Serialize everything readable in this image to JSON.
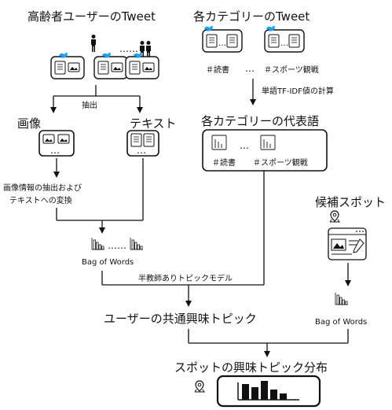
{
  "titles": {
    "elderly_tweets": "高齢者ユーザーのTweet",
    "category_tweets": "各カテゴリーのTweet",
    "image": "画像",
    "text": "テキスト",
    "category_representative": "各カテゴリーの代表語",
    "candidate_spots": "候補スポット",
    "common_interest": "ユーザーの共通興味トピック",
    "spot_topic_distribution": "スポットの興味トピック分布"
  },
  "labels": {
    "extract": "抽出",
    "image_extract_line1": "画像情報の抽出および",
    "image_extract_line2": "テキストへの変換",
    "bag_of_words_left": "Bag of Words",
    "bag_of_words_right": "Bag of Words",
    "semi_supervised": "半教師ありトピックモデル",
    "tfidf": "単語TF-IDF値の計算",
    "tag_reading": "＃読書",
    "tag_sports": "＃スポーツ観戦",
    "tag_reading_box": "＃読書",
    "tag_sports_box": "＃スポーツ観戦",
    "dots": "…",
    "dots_long": "……",
    "dots_people": "……"
  },
  "colors": {
    "line": "#111111",
    "twitter_blue": "#1da1f2",
    "background": "#ffffff"
  }
}
